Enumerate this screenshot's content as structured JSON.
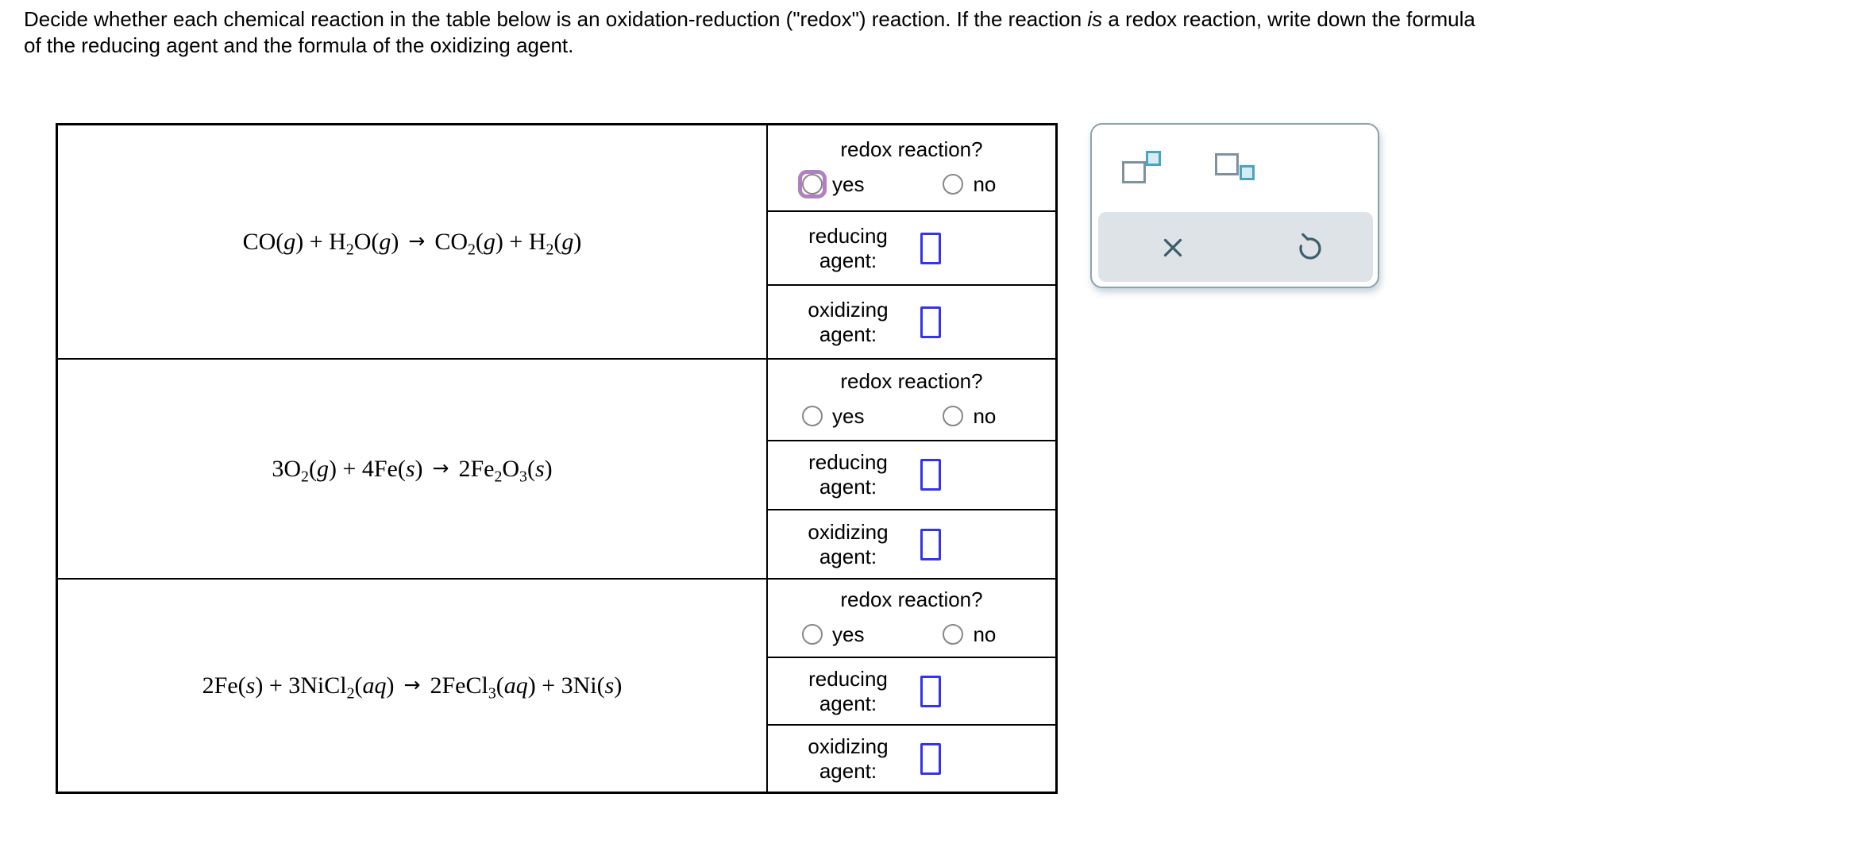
{
  "header": {
    "line1_tokens": [
      {
        "text": "Decide whether each chemical reaction in the table below is an oxidation-reduction (\"redox\") reaction. If the reaction "
      },
      {
        "italic": "is"
      },
      {
        "text": " a redox reaction, write down the formula"
      }
    ],
    "line2_tokens": [
      {
        "text": "of the reducing agent and the formula of the oxidizing agent."
      }
    ]
  },
  "table": {
    "labels": {
      "redox_question": "redox reaction?",
      "yes": "yes",
      "no": "no",
      "reducing_line1": "reducing",
      "reducing_line2": "agent:",
      "oxidizing_line1": "oxidizing",
      "oxidizing_line2": "agent:"
    },
    "rows": [
      {
        "equation_plain": "CO(g) + H2O(g) → CO2(g) + H2(g)",
        "equation_tokens": [
          {
            "text": "CO("
          },
          {
            "italic": "g"
          },
          {
            "text": ") + H"
          },
          {
            "sub": "2"
          },
          {
            "text": "O("
          },
          {
            "italic": "g"
          },
          {
            "text": ")"
          },
          {
            "arrow": "→"
          },
          {
            "text": "CO"
          },
          {
            "sub": "2"
          },
          {
            "text": "("
          },
          {
            "italic": "g"
          },
          {
            "text": ") + H"
          },
          {
            "sub": "2"
          },
          {
            "text": "("
          },
          {
            "italic": "g"
          },
          {
            "text": ")"
          }
        ],
        "yes_selected": false,
        "no_selected": false,
        "yes_focused": true,
        "reducing_agent_value": "",
        "oxidizing_agent_value": ""
      },
      {
        "equation_plain": "3O2(g) + 4Fe(s) → 2Fe2O3(s)",
        "equation_tokens": [
          {
            "text": "3O"
          },
          {
            "sub": "2"
          },
          {
            "text": "("
          },
          {
            "italic": "g"
          },
          {
            "text": ") + 4Fe("
          },
          {
            "italic": "s"
          },
          {
            "text": ")"
          },
          {
            "arrow": "→"
          },
          {
            "text": "2Fe"
          },
          {
            "sub": "2"
          },
          {
            "text": "O"
          },
          {
            "sub": "3"
          },
          {
            "text": "("
          },
          {
            "italic": "s"
          },
          {
            "text": ")"
          }
        ],
        "yes_selected": false,
        "no_selected": false,
        "yes_focused": false,
        "reducing_agent_value": "",
        "oxidizing_agent_value": ""
      },
      {
        "equation_plain": "2Fe(s) + 3NiCl2(aq) → 2FeCl3(aq) + 3Ni(s)",
        "equation_tokens": [
          {
            "text": "2Fe("
          },
          {
            "italic": "s"
          },
          {
            "text": ") + 3NiCl"
          },
          {
            "sub": "2"
          },
          {
            "text": "("
          },
          {
            "italic": "aq"
          },
          {
            "text": ")"
          },
          {
            "arrow": "→"
          },
          {
            "text": "2FeCl"
          },
          {
            "sub": "3"
          },
          {
            "text": "("
          },
          {
            "italic": "aq"
          },
          {
            "text": ") + 3Ni("
          },
          {
            "italic": "s"
          },
          {
            "text": ")"
          }
        ],
        "yes_selected": false,
        "no_selected": false,
        "yes_focused": false,
        "reducing_agent_value": "",
        "oxidizing_agent_value": ""
      }
    ]
  },
  "palette": {
    "buttons": [
      {
        "label": "superscript"
      },
      {
        "label": "subscript"
      },
      {
        "label": "clear"
      },
      {
        "label": "undo"
      }
    ]
  },
  "colors": {
    "focus_ring_purple": "#b27fc1",
    "answer_box_border_blue": "#3433f0",
    "table_border": "#000000",
    "radio_border": "#878787",
    "palette_border": "#8ca2ad",
    "palette_icon_stroke": "#3e5d6b",
    "palette_actions_bg": "#dde3e6",
    "icon_square_border": "#7d929c",
    "icon_small_square_border": "#4aa3c0",
    "icon_small_square_fill": "#d6ecf4"
  }
}
